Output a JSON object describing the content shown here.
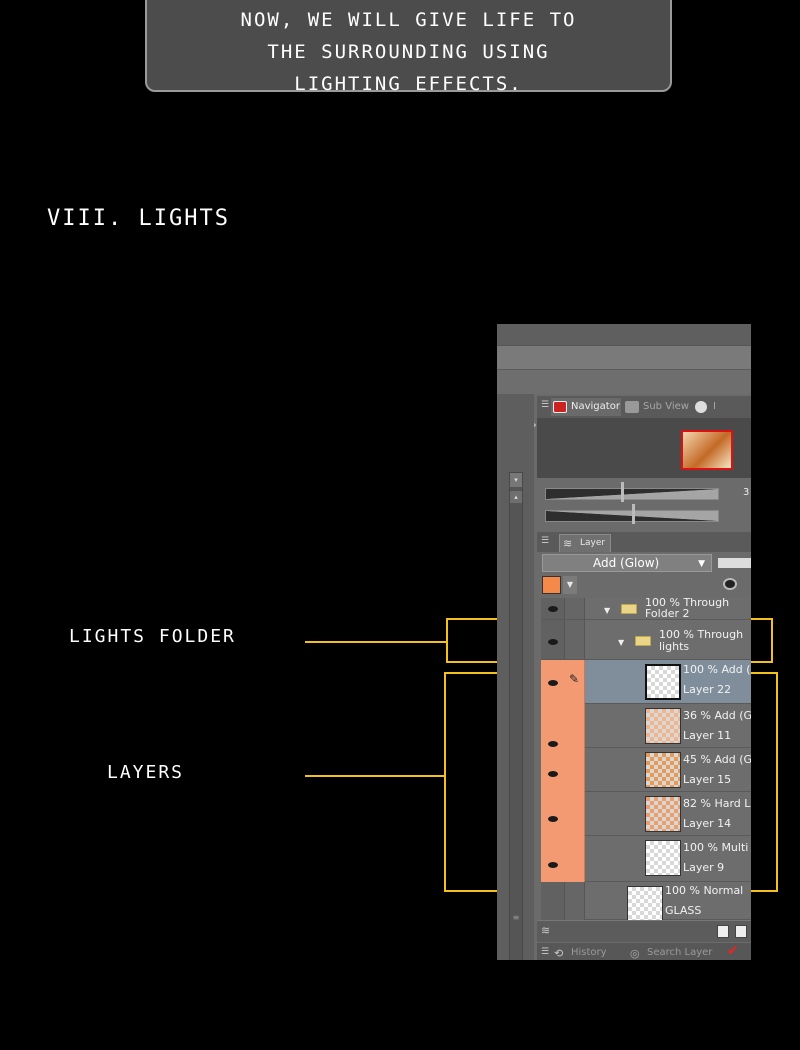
{
  "caption": {
    "lines": [
      "Now, we will give life to",
      "the surrounding using",
      "lighting effects."
    ]
  },
  "section_title": "VIII. Lights",
  "annotations": {
    "lights_folder": "Lights Folder",
    "layers": "Layers",
    "color": "#f3c01c"
  },
  "app": {
    "tabs": [
      {
        "label": "Navigator",
        "icon": "navigator-icon"
      },
      {
        "label": "Sub View",
        "icon": "sub-view-icon"
      },
      {
        "label": "I",
        "icon": "info-icon"
      }
    ],
    "zoom": "3",
    "layer_tab": "Layer",
    "blend_mode": "Add (Glow)",
    "layers": [
      {
        "opacity_mode": "100 %  Through",
        "name": "Folder 2",
        "type": "folder"
      },
      {
        "opacity_mode": "100 %  Through",
        "name": "lights",
        "type": "folder"
      },
      {
        "opacity_mode": "100 %  Add (",
        "name": "Layer 22",
        "type": "layer"
      },
      {
        "opacity_mode": "36 %  Add (G",
        "name": "Layer 11",
        "type": "layer"
      },
      {
        "opacity_mode": "45 %  Add (G",
        "name": "Layer 15",
        "type": "layer"
      },
      {
        "opacity_mode": "82 %  Hard L",
        "name": "Layer 14",
        "type": "layer"
      },
      {
        "opacity_mode": "100 %  Multi",
        "name": "Layer 9",
        "type": "layer"
      },
      {
        "opacity_mode": "100 %  Normal",
        "name": "GLASS",
        "type": "layer"
      }
    ],
    "bottom_tabs": [
      {
        "label": "History",
        "icon": "history-icon"
      },
      {
        "label": "Search Layer",
        "icon": "search-layer-icon"
      }
    ],
    "colors": {
      "swatch": "#f4894a",
      "highlight": "#f39a72",
      "selection": "#7f8e9a"
    }
  }
}
